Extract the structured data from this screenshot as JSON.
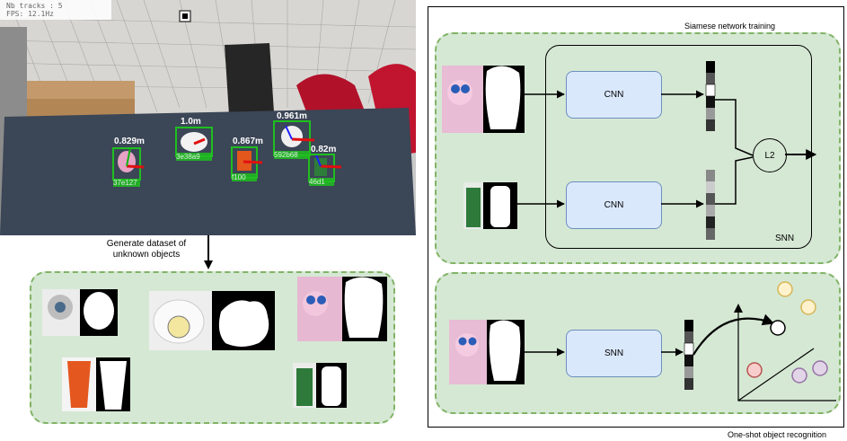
{
  "hud": {
    "line1": "Nb tracks : 5",
    "line2": "FPS: 12.1Hz"
  },
  "detections": [
    {
      "distance": "0.829m",
      "id": "37e127"
    },
    {
      "distance": "1.0m",
      "id": "3e38a9"
    },
    {
      "distance": "0.867m",
      "id": "f100"
    },
    {
      "distance": "0.961m",
      "id": "592b68"
    },
    {
      "distance": "0.82m",
      "id": "46d1"
    }
  ],
  "arrow_label": "Generate dataset of\nunknown objects",
  "panels": {
    "training_title": "Siamese network training",
    "recognition_title": "One-shot object recognition"
  },
  "blocks": {
    "cnn_top": "CNN",
    "cnn_bottom": "CNN",
    "snn_block": "SNN",
    "snn_container": "SNN",
    "l2": "L2"
  },
  "colors": {
    "panel_fill": "#d5e8d4",
    "panel_border": "#82b366",
    "cnn_fill": "#dae8fc",
    "cnn_border": "#6c8ebf"
  }
}
